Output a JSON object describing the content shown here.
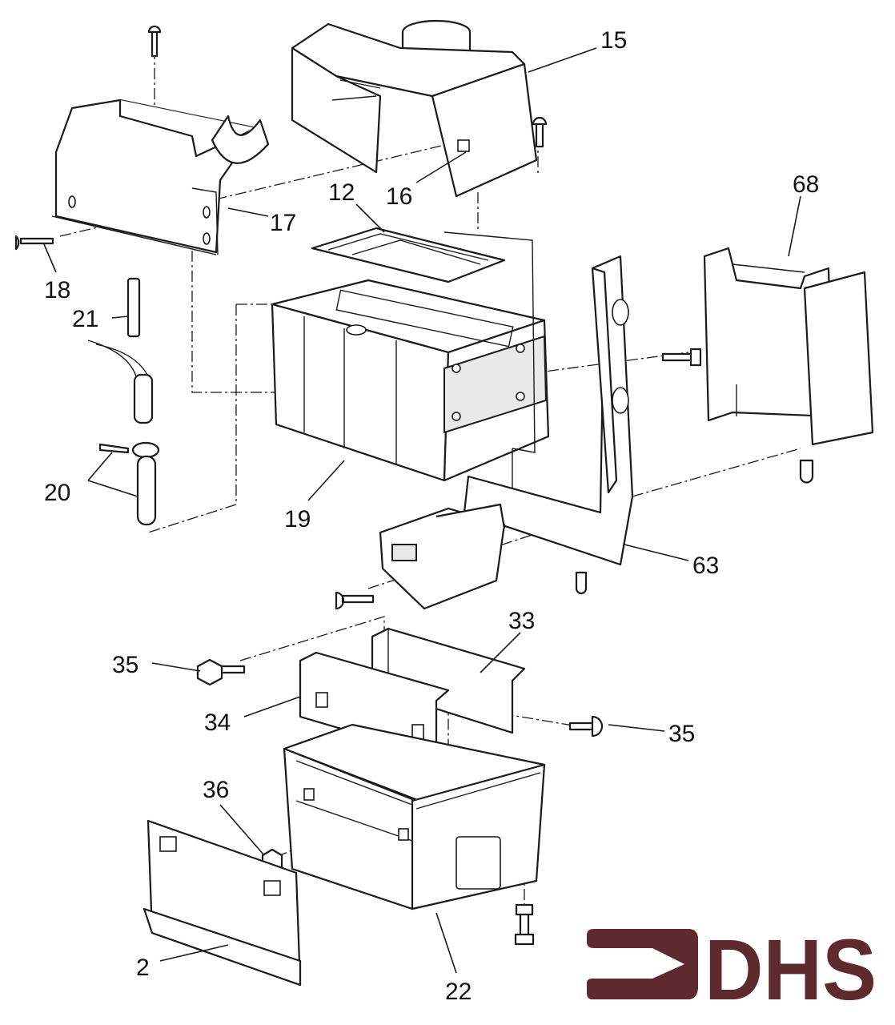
{
  "diagram": {
    "type": "exploded-parts-view",
    "callouts": [
      "15",
      "16",
      "12",
      "17",
      "18",
      "21",
      "68",
      "20",
      "19",
      "63",
      "33",
      "35",
      "34",
      "35",
      "36",
      "2",
      "22"
    ]
  },
  "logo": {
    "text": "DHS",
    "color": "#5e2a2e"
  }
}
